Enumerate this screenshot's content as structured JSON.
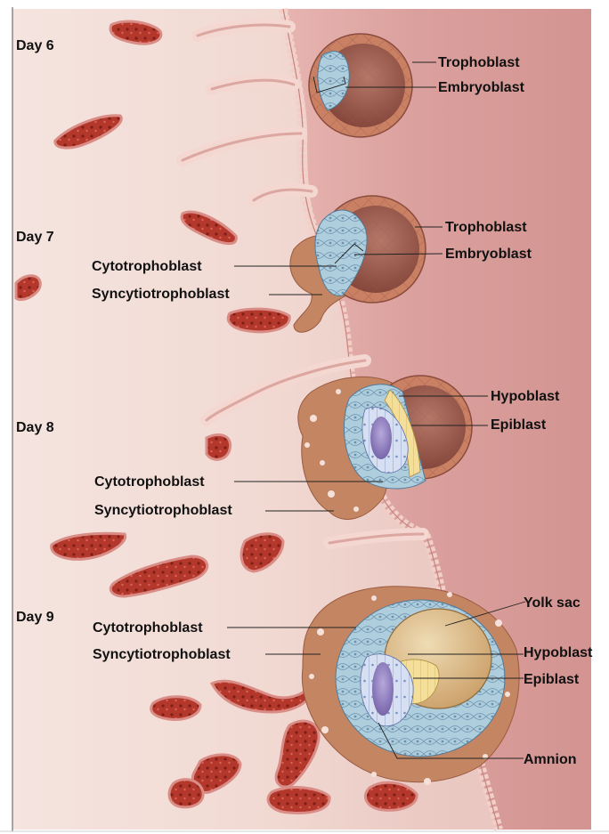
{
  "days": {
    "d6": "Day 6",
    "d7": "Day 7",
    "d8": "Day 8",
    "d9": "Day 9"
  },
  "labels": {
    "d6_trophoblast": "Trophoblast",
    "d6_embryoblast": "Embryoblast",
    "d7_trophoblast": "Trophoblast",
    "d7_embryoblast": "Embryoblast",
    "d7_cytotrophoblast": "Cytotrophoblast",
    "d7_syncytiotrophoblast": "Syncytiotrophoblast",
    "d8_hypoblast": "Hypoblast",
    "d8_epiblast": "Epiblast",
    "d8_cytotrophoblast": "Cytotrophoblast",
    "d8_syncytiotrophoblast": "Syncytiotrophoblast",
    "d9_yolk_sac": "Yolk sac",
    "d9_cytotrophoblast": "Cytotrophoblast",
    "d9_syncytiotrophoblast": "Syncytiotrophoblast",
    "d9_hypoblast": "Hypoblast",
    "d9_epiblast": "Epiblast",
    "d9_amnion": "Amnion"
  },
  "colors": {
    "endometrium": "#f3ddd7",
    "lumen": "#d99c98",
    "epithelium": "#c98f87",
    "blood_vessel": "#b6352a",
    "trophoblast": "#c07a5a",
    "syncytiotrophoblast": "#c48562",
    "cytotrophoblast": "#a9cbdc",
    "blastocyst_cavity": "#8a4b3e",
    "epiblast": "#c8d6ee",
    "amniotic_cavity": "#8e7bbf",
    "yolk_sac": "#d6b584"
  }
}
